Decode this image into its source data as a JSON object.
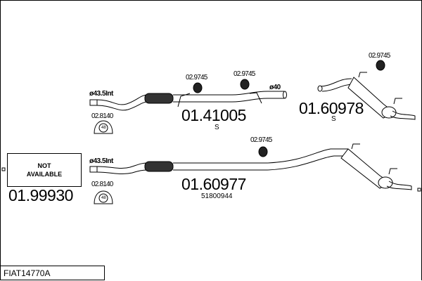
{
  "reference": "FIAT14770A",
  "not_available": {
    "line1": "NOT",
    "line2": "AVAILABLE",
    "part_number": "01.99930"
  },
  "parts": [
    {
      "part_number": "01.41005",
      "suffix": "S",
      "inlet_diameter": "ø43.5Int",
      "outlet_diameter": "ø40",
      "clamp": "02.8140",
      "hangers": [
        "02.9745",
        "02.9745"
      ]
    },
    {
      "part_number": "01.60978",
      "suffix": "S",
      "hangers": [
        "02.9745"
      ]
    },
    {
      "part_number": "01.60977",
      "oem_number": "51800944",
      "inlet_diameter": "ø43.5Int",
      "clamp": "02.8140",
      "hangers": [
        "02.9745"
      ]
    }
  ],
  "clamp_size": "48"
}
